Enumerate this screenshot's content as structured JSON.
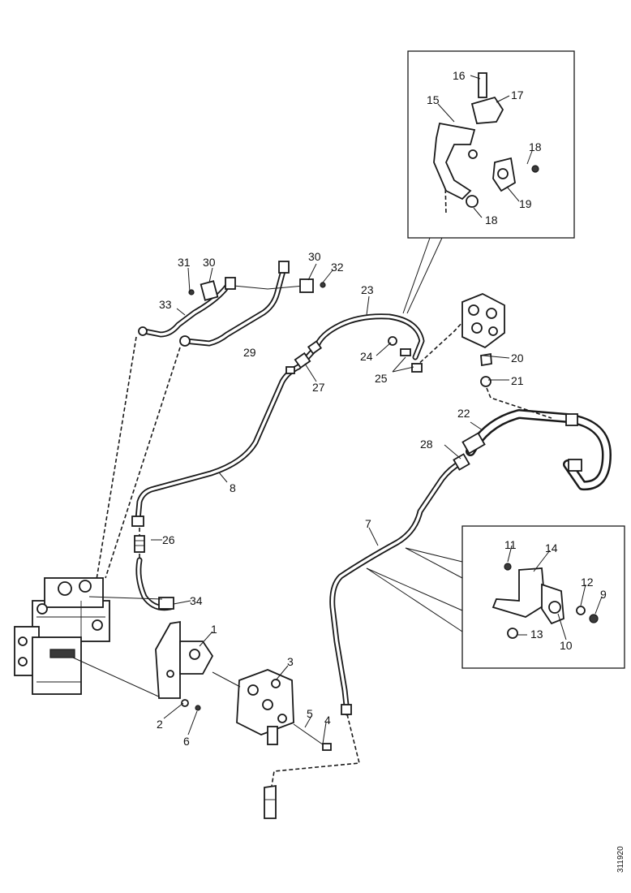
{
  "diagram": {
    "reference_number": "311920",
    "callouts": {
      "c1": "1",
      "c2": "2",
      "c3": "3",
      "c4": "4",
      "c5": "5",
      "c6": "6",
      "c7": "7",
      "c8": "8",
      "c9": "9",
      "c10": "10",
      "c11": "11",
      "c12": "12",
      "c13": "13",
      "c14": "14",
      "c15": "15",
      "c16": "16",
      "c17": "17",
      "c18a": "18",
      "c18b": "18",
      "c19": "19",
      "c20": "20",
      "c21": "21",
      "c22": "22",
      "c23": "23",
      "c24": "24",
      "c25": "25",
      "c26": "26",
      "c27": "27",
      "c28": "28",
      "c29": "29",
      "c30a": "30",
      "c30b": "30",
      "c31": "31",
      "c32": "32",
      "c33": "33",
      "c34": "34"
    }
  }
}
